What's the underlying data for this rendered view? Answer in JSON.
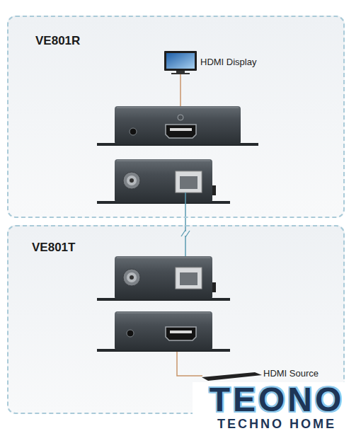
{
  "diagram": {
    "nodes": [
      {
        "text": [
          "VE801R"
        ]
      },
      {
        "text": [
          "VE801T"
        ]
      }
    ],
    "edges": [
      {
        "from": 0,
        "to": 1,
        "arrow": "none"
      }
    ],
    "labels": [
      "HDMI Display",
      "HDMI Source",
      "TEONO",
      "TECHNO HOME"
    ]
  }
}
